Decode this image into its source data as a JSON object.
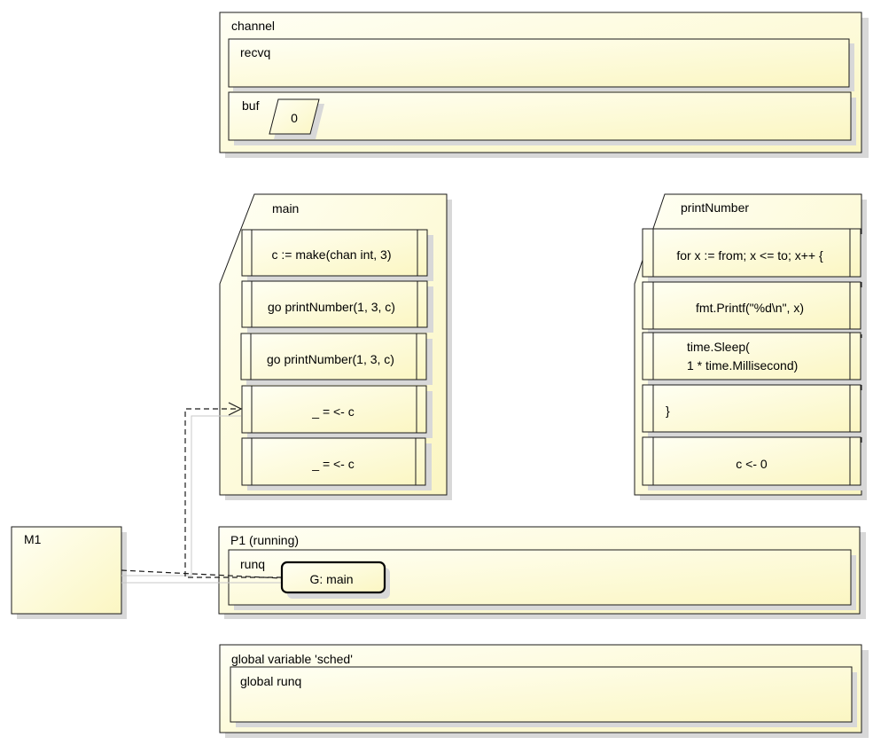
{
  "colors": {
    "fill_light": "#fffff2",
    "fill_dark": "#fdf9c9",
    "stroke": "#1a1a1a",
    "shadow": "#d6d6d6"
  },
  "channel": {
    "title": "channel",
    "recvq_label": "recvq",
    "buf_label": "buf",
    "buf_value": "0"
  },
  "main_func": {
    "title": "main",
    "statements": [
      "c := make(chan int, 3)",
      "go printNumber(1, 3, c)",
      "go printNumber(1, 3, c)",
      "_ = <- c",
      "_ = <- c"
    ]
  },
  "print_func": {
    "title": "printNumber",
    "statements": [
      "for x := from; x <= to; x++ {",
      "fmt.Printf(\"%d\\n\", x)",
      "time.Sleep(",
      "1 * time.Millisecond)",
      "}",
      "c <- 0"
    ]
  },
  "machine": {
    "label": "M1"
  },
  "processor": {
    "title": "P1 (running)",
    "runq_label": "runq",
    "goroutine_label": "G: main"
  },
  "sched": {
    "title": "global variable 'sched'",
    "runq_label": "global runq"
  }
}
